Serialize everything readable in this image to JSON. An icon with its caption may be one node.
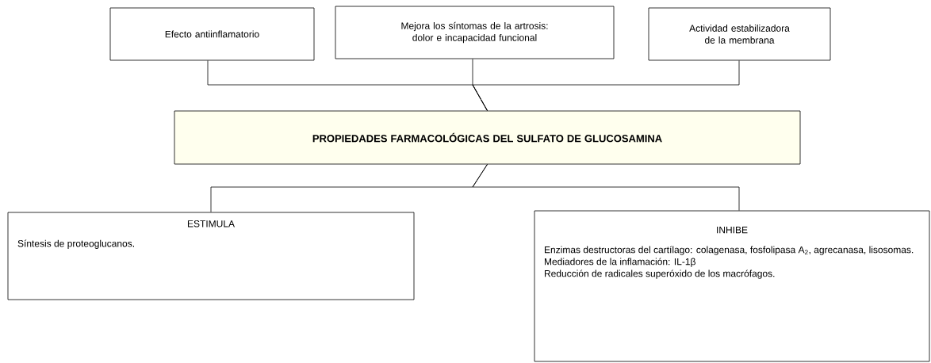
{
  "diagram": {
    "nodes": [
      {
        "text": [
          "Efecto antiinflamatorio"
        ]
      },
      {
        "text": [
          "Mejora los síntomas de la artrosis: dolor e incapacidad funcional"
        ]
      },
      {
        "text": [
          "Actividad estabilizadora de la membrana"
        ]
      },
      {
        "text": [
          "PROPIEDADES FARMACOLÓGICAS DEL SULFATO DE GLUCOSAMINA"
        ]
      },
      {
        "text": [
          "ESTIMULA",
          "Síntesis de proteoglucanos."
        ]
      },
      {
        "text": [
          "INHIBE",
          "Enzimas destructoras del cartílago: colagenasa, fosfolipasa A$_{2}$, agrecanasa, lisosomas.",
          "Mediadores de la inflamación: IL-1β",
          "Reducción de radicales superóxido de los macrófagos."
        ]
      }
    ],
    "edges": [
      {
        "from": 0,
        "to": 3,
        "arrow": "none"
      },
      {
        "from": 1,
        "to": 3,
        "arrow": "none"
      },
      {
        "from": 2,
        "to": 3,
        "arrow": "none"
      },
      {
        "from": 3,
        "to": 4,
        "arrow": "none"
      },
      {
        "from": 3,
        "to": 5,
        "arrow": "none"
      }
    ]
  }
}
